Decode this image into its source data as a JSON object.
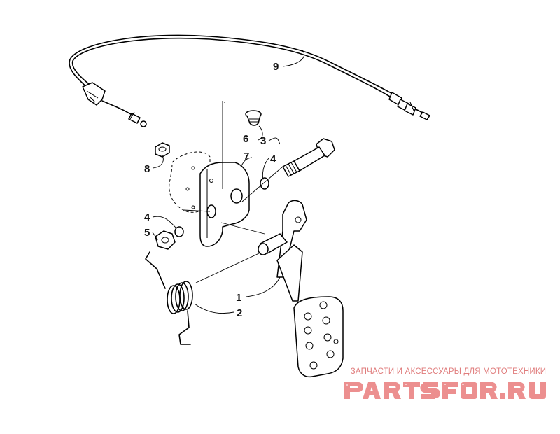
{
  "callouts": {
    "c1": "1",
    "c2": "2",
    "c3": "3",
    "c4a": "4",
    "c4b": "4",
    "c5": "5",
    "c6": "6",
    "c7": "7",
    "c8": "8",
    "c9": "9"
  },
  "watermark": {
    "caption": "ЗАПЧАСТИ И АКСЕССУАРЫ ДЛЯ МОТОТЕХНИКИ",
    "logo_text": "PARTSFOR.RU",
    "color": "#e07d7d"
  }
}
